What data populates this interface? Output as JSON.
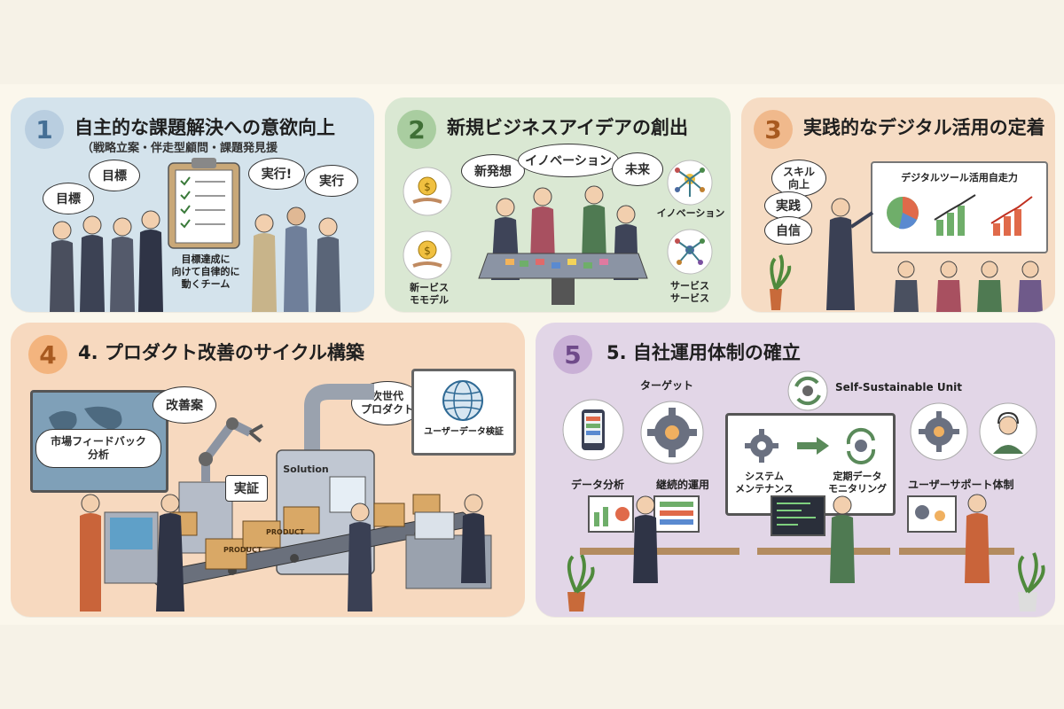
{
  "panels": [
    {
      "number": "1",
      "title": "自主的な課題解決への意欲向上",
      "subtitle": "（戦略立案・伴走型顧問・課題発見援",
      "bubbles": [
        "目標",
        "目標",
        "実行!",
        "実行"
      ],
      "caption": "目標達成に\n向けて自律的に\n動くチーム"
    },
    {
      "number": "2",
      "title": "新規ビジネスアイデアの創出",
      "bubbles": [
        "新発想",
        "イノベーション",
        "未来"
      ],
      "labels": [
        "イノベーション",
        "新ービス\nモモデル",
        "サービス\nサービス"
      ]
    },
    {
      "number": "3",
      "title": "実践的なデジタル活用の定着",
      "bubbles": [
        "スキル\n向上",
        "実践",
        "自信"
      ],
      "board_title": "デジタルツール活用自走力"
    },
    {
      "number": "4",
      "title": "4. プロダクト改善のサイクル構築",
      "labels": [
        "市場フィードバック\n分析",
        "改善案",
        "次世代\nプロダクト",
        "ユーザーデータ検証",
        "実証",
        "Solution",
        "PRODUCT",
        "PRODUCT"
      ]
    },
    {
      "number": "5",
      "title": "5. 自社運用体制の確立",
      "labels": [
        "ターゲット",
        "Self-Sustainable Unit",
        "データ分析",
        "継続的運用",
        "システム\nメンテナンス",
        "定期データ\nモニタリング",
        "ユーザーサポート体制"
      ]
    }
  ],
  "colors": {
    "panel1": "#d4e3ec",
    "panel2": "#dae8d3",
    "panel3": "#f6dcc4",
    "panel4": "#f7d9bf",
    "panel5": "#e2d6e7",
    "num1": "#b9cee0",
    "num2": "#a9cda0",
    "num3": "#f0b98c",
    "num4": "#f3b47e",
    "num5": "#c9b0d6"
  }
}
